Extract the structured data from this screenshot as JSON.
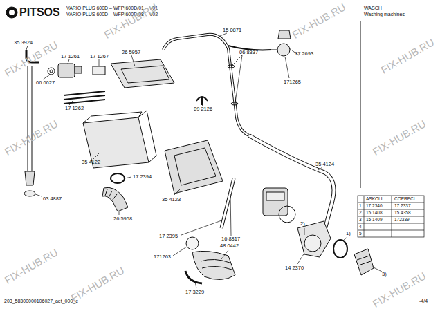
{
  "diagram": {
    "labels": [
      "PITSOS",
      "VARIO PLUS 600D – WFPI600D/01 – V01",
      "VARIO PLUS 600D – WFPI600D/08 – V02",
      "WASCH",
      "Washing machines",
      "35 3924",
      "17 1261",
      "17 1267",
      "26 5957",
      "15 0871",
      "06 8337",
      "17 2693",
      "171265",
      "06 6627",
      "17 1262",
      "09 2126",
      "35 4122",
      "35 4124",
      "17 2394",
      "35 4123",
      "03 4887",
      "26 5958",
      "17 2395",
      "16 8817",
      "171263",
      "48 0442",
      "14 2370",
      "17 3229",
      "2)",
      "1)",
      "3)",
      "ASKOLL",
      "COPRECI",
      "1",
      "17 2340",
      "17 2337",
      "2",
      "15 1408",
      "15 4358",
      "3",
      "15 1409",
      "172339",
      "4",
      "5",
      "203_58300000106027_aet_000_c",
      "-4/4",
      "FIX-HUB.RU",
      "FIX-HUB.RU",
      "FIX-HUB.RU",
      "FIX-HUB.RU",
      "FIX-HUB.RU",
      "FIX-HUB.RU",
      "FIX-HUB.RU",
      "FIX-HUB.RU",
      "FIX-HUB.RU"
    ]
  }
}
